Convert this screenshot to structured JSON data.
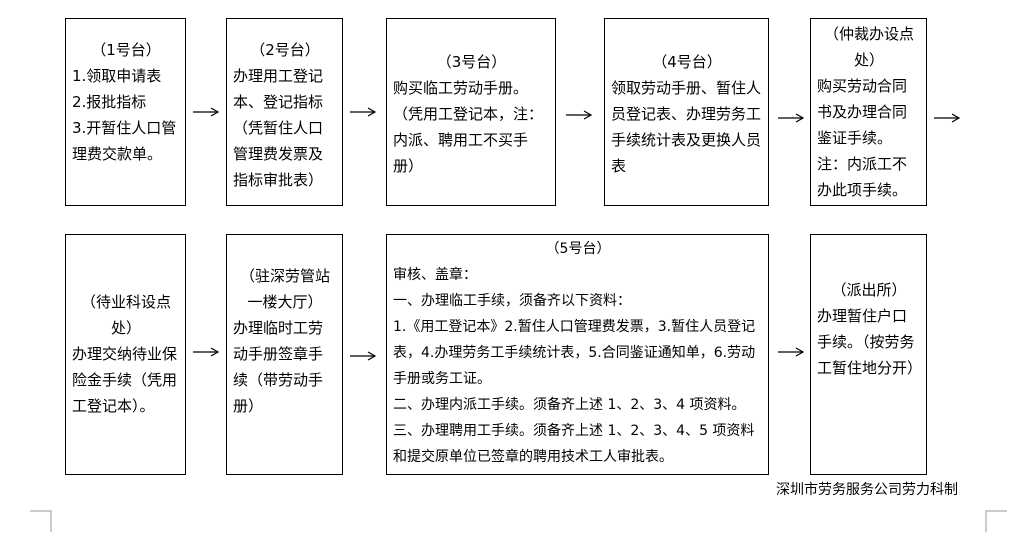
{
  "row1": [
    {
      "header": "（1号台）",
      "lines": [
        "1.领取申请表",
        "2.报批指标",
        "3.开暂住人口管理费交款单。"
      ]
    },
    {
      "header": "（2号台）",
      "lines": [
        "办理用工登记本、登记指标（凭暂住人口管理费发票及指标审批表）"
      ]
    },
    {
      "header": "（3号台）",
      "lines": [
        "购买临工劳动手册。（凭用工登记本，注：内派、聘用工不买手册）"
      ]
    },
    {
      "header": "（4号台）",
      "lines": [
        "领取劳动手册、暂住人员登记表、办理劳务工手续统计表及更换人员表"
      ]
    },
    {
      "header": "（仲裁办设点处）",
      "lines": [
        "购买劳动合同书及办理合同鉴证手续。",
        "注：内派工不办此项手续。"
      ]
    }
  ],
  "row2": [
    {
      "header": "（待业科设点处）",
      "lines": [
        "办理交纳待业保险金手续（凭用工登记本）。"
      ]
    },
    {
      "header": "（驻深劳管站一楼大厅）",
      "lines": [
        "办理临时工劳动手册签章手续（带劳动手册）"
      ]
    },
    {
      "header": "（5号台）",
      "lines": [
        "审核、盖章：",
        "一、办理临工手续，须备齐以下资料：",
        "1.《用工登记本》2.暂住人口管理费发票，3.暂住人员登记表，4.办理劳务工手续统计表，5.合同鉴证通知单，6.劳动手册或务工证。",
        "二、办理内派工手续。须备齐上述 1、2、3、4 项资料。",
        "三、办理聘用工手续。须备齐上述 1、2、3、4、5 项资料和提交原单位已签章的聘用技术工人审批表。"
      ]
    },
    {
      "header": "（派出所）",
      "lines": [
        "办理暂住户口手续。（按劳务工暂住地分开）"
      ]
    }
  ],
  "credit": "深圳市劳务服务公司劳力科制"
}
